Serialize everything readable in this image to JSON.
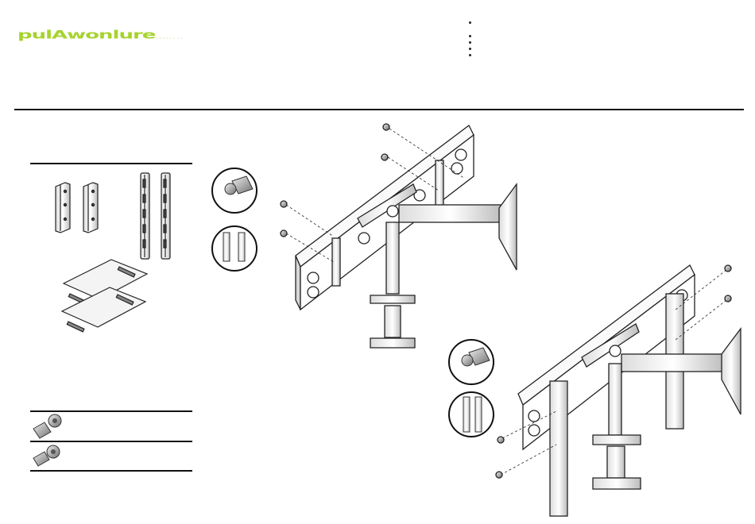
{
  "brand": {
    "logo_text": "pulAwonlure",
    "logo_suffix": "........"
  },
  "header": {
    "bullet_count": 5
  },
  "hardware": {
    "parts": [
      "short-bracket",
      "short-bracket",
      "long-bracket",
      "long-bracket",
      "adapter-plate",
      "adapter-plate"
    ],
    "screws": [
      "hex-socket-bolt",
      "hex-socket-bolt"
    ]
  },
  "diagrams": {
    "callouts": [
      "bolt-callout",
      "bracket-callout"
    ],
    "assemblies": [
      "single-arm-mount-assembly",
      "double-arm-mount-assembly"
    ]
  }
}
